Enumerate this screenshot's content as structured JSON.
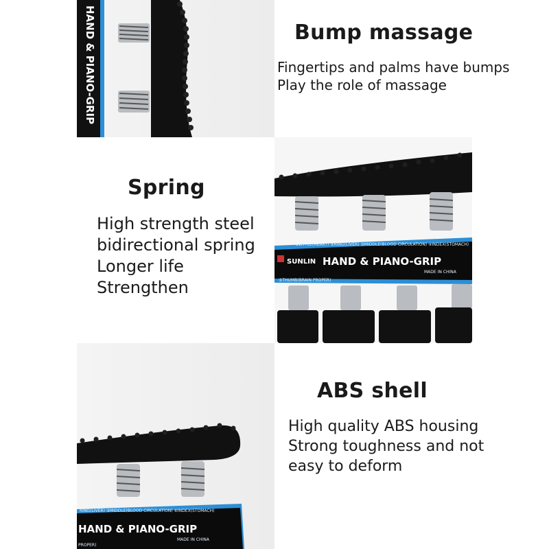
{
  "sections": [
    {
      "heading": "Bump massage",
      "lines": [
        "Fingertips and palms have bumps",
        "Play the role of massage"
      ]
    },
    {
      "heading": "Spring",
      "lines": [
        "High strength steel",
        "bidirectional spring",
        "Longer life",
        "Strengthen"
      ]
    },
    {
      "heading": "ABS shell",
      "lines": [
        "High quality ABS housing",
        "Strong toughness and not",
        "easy to deform"
      ]
    }
  ],
  "product": {
    "brand": "SUNLIN",
    "name": "HAND & PIANO-GRIP",
    "vertical_label": "HAND & PIANO-GRIP",
    "origin": "MADE IN CHINA",
    "finger_legend": "①LITTLE(HEART) ②RING(LIVER) ③MIDDLE(BLOOD CIRCULATION) ④INDEX(STOMACH)",
    "thumb_legend": "⑤THUMB(BRAIN PROPER)",
    "finger_legend_short": "RING(LIVER) ③MIDDLE(BLOOD CIRCULATION) ④INDEX(STOMACH)",
    "thumb_legend_short": "PROPER)"
  },
  "colors": {
    "accent_blue": "#2c8fd6",
    "body_black": "#111111",
    "spring_steel": "#b9bcc0"
  }
}
